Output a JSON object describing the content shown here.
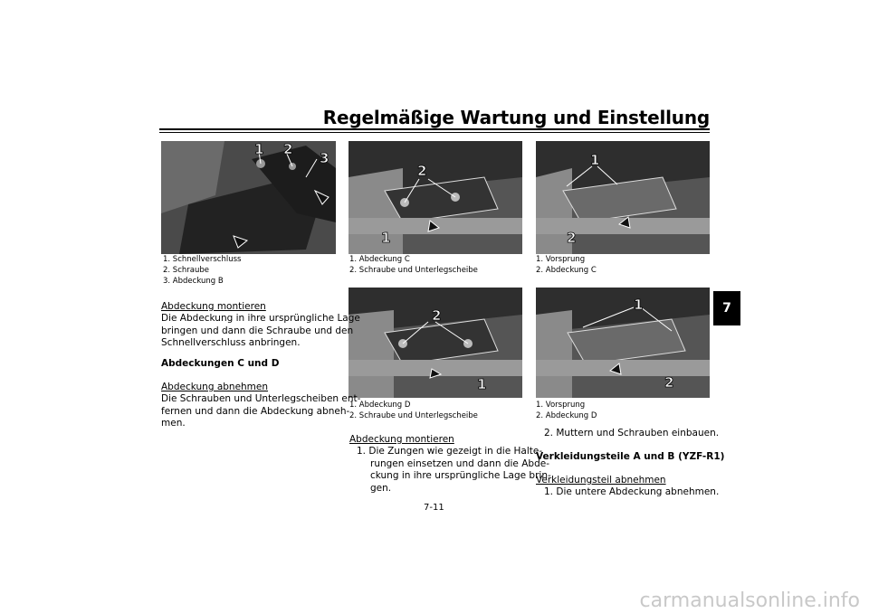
{
  "header": {
    "title": "Regelmäßige Wartung und Einstellung",
    "chapter_tab": "7",
    "page_number": "7-11"
  },
  "photo1": {
    "caption": [
      "1. Schnellverschluss",
      "2. Schraube",
      "3. Abdeckung B"
    ],
    "labels": [
      "1",
      "2",
      "3"
    ]
  },
  "photo2": {
    "caption": [
      "1. Abdeckung C",
      "2. Schraube und Unterlegscheibe"
    ],
    "labels": [
      "2",
      "1"
    ]
  },
  "photo3": {
    "caption": [
      "1. Vorsprung",
      "2. Abdeckung C"
    ],
    "labels": [
      "1",
      "2"
    ]
  },
  "photo4": {
    "caption": [
      "1. Abdeckung D",
      "2. Schraube und Unterlegscheibe"
    ],
    "labels": [
      "2",
      "1"
    ]
  },
  "photo5": {
    "caption": [
      "1. Vorsprung",
      "2. Abdeckung D"
    ],
    "labels": [
      "1",
      "2"
    ]
  },
  "col1": {
    "heading1": "Abdeckung montieren",
    "para1": [
      "Die Abdeckung in ihre ursprüngliche Lage",
      "bringen und dann die Schraube und den",
      "Schnellverschluss anbringen."
    ],
    "bold_heading": "Abdeckungen C und D",
    "heading2": "Abdeckung abnehmen",
    "para2": [
      "Die Schrauben und Unterlegscheiben ent-",
      "fernen und dann die Abdeckung abneh-",
      "men."
    ]
  },
  "col2": {
    "heading": "Abdeckung montieren",
    "step": [
      "1. Die Zungen wie gezeigt in die Halte-",
      "rungen einsetzen und dann die Abde-",
      "ckung in ihre ursprüngliche Lage brin-",
      "gen."
    ]
  },
  "col3": {
    "step2": "2. Muttern und Schrauben einbauen.",
    "bold_heading": "Verkleidungsteile A und B (YZF-R1)",
    "heading": "Verkleidungsteil abnehmen",
    "step1": "1. Die untere Abdeckung abnehmen."
  },
  "watermark": "carmanualsonline.info"
}
